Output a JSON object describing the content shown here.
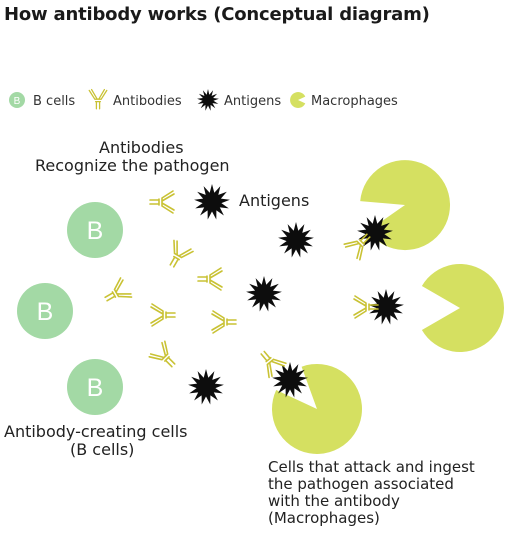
{
  "title": "How antibody works (Conceptual diagram)",
  "legend": {
    "b_cell_glyph": "B",
    "b_cells": "B cells",
    "antibodies": "Antibodies",
    "antigens": "Antigens",
    "macrophages": "Macrophages"
  },
  "b_cell_glyph": "B",
  "labels": {
    "recognize_line1": "Antibodies",
    "recognize_line2": "Recognize the pathogen",
    "antigens": "Antigens",
    "bcells_line1": "Antibody-creating cells",
    "bcells_line2": "(B cells)",
    "macro_line1": "Cells that attack and ingest",
    "macro_line2": "the pathogen associated",
    "macro_line3": "with the antibody",
    "macro_line4": "(Macrophages)"
  },
  "colors": {
    "b_cell": "#a3d9a5",
    "antibody": "#c9c234",
    "antigen": "#0d0d0d",
    "macrophage": "#d5e061"
  }
}
